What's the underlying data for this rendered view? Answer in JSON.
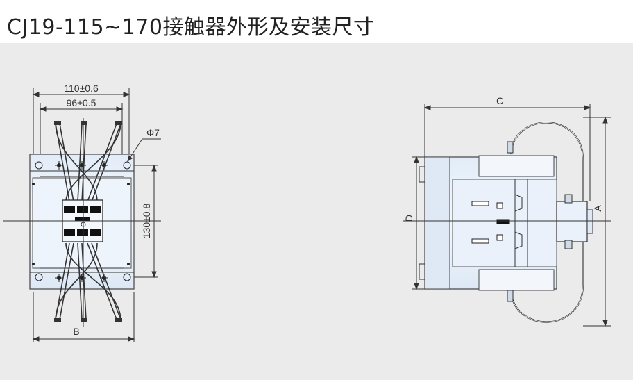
{
  "title": "CJ19-115~170接触器外形及安装尺寸",
  "front_view": {
    "dim_top_outer": "110±0.6",
    "dim_top_inner": "96±0.5",
    "dim_hole": "Φ7",
    "dim_vertical": "130±0.8",
    "dim_bottom": "B"
  },
  "side_view": {
    "dim_c": "C",
    "dim_d": "D",
    "dim_a": "A"
  },
  "colors": {
    "line": "#333333",
    "part_fill": "#e6f0fb",
    "part_dark": "#111111",
    "background": "#ebebeb"
  }
}
